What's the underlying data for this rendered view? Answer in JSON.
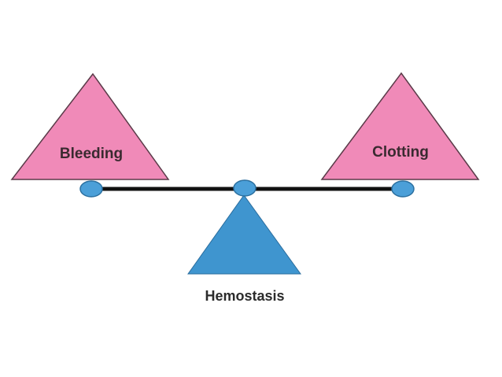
{
  "diagram": {
    "left_label": "Bleeding",
    "right_label": "Clotting",
    "caption": "Hemostasis",
    "colors": {
      "weight_fill": "#f08ab8",
      "weight_stroke": "#5a3a48",
      "fulcrum_fill": "#3f95cf",
      "fulcrum_stroke": "#2a6d9e",
      "beam": "#111111",
      "joint_fill": "#4b9fd8",
      "joint_stroke": "#2b6f9f"
    }
  }
}
